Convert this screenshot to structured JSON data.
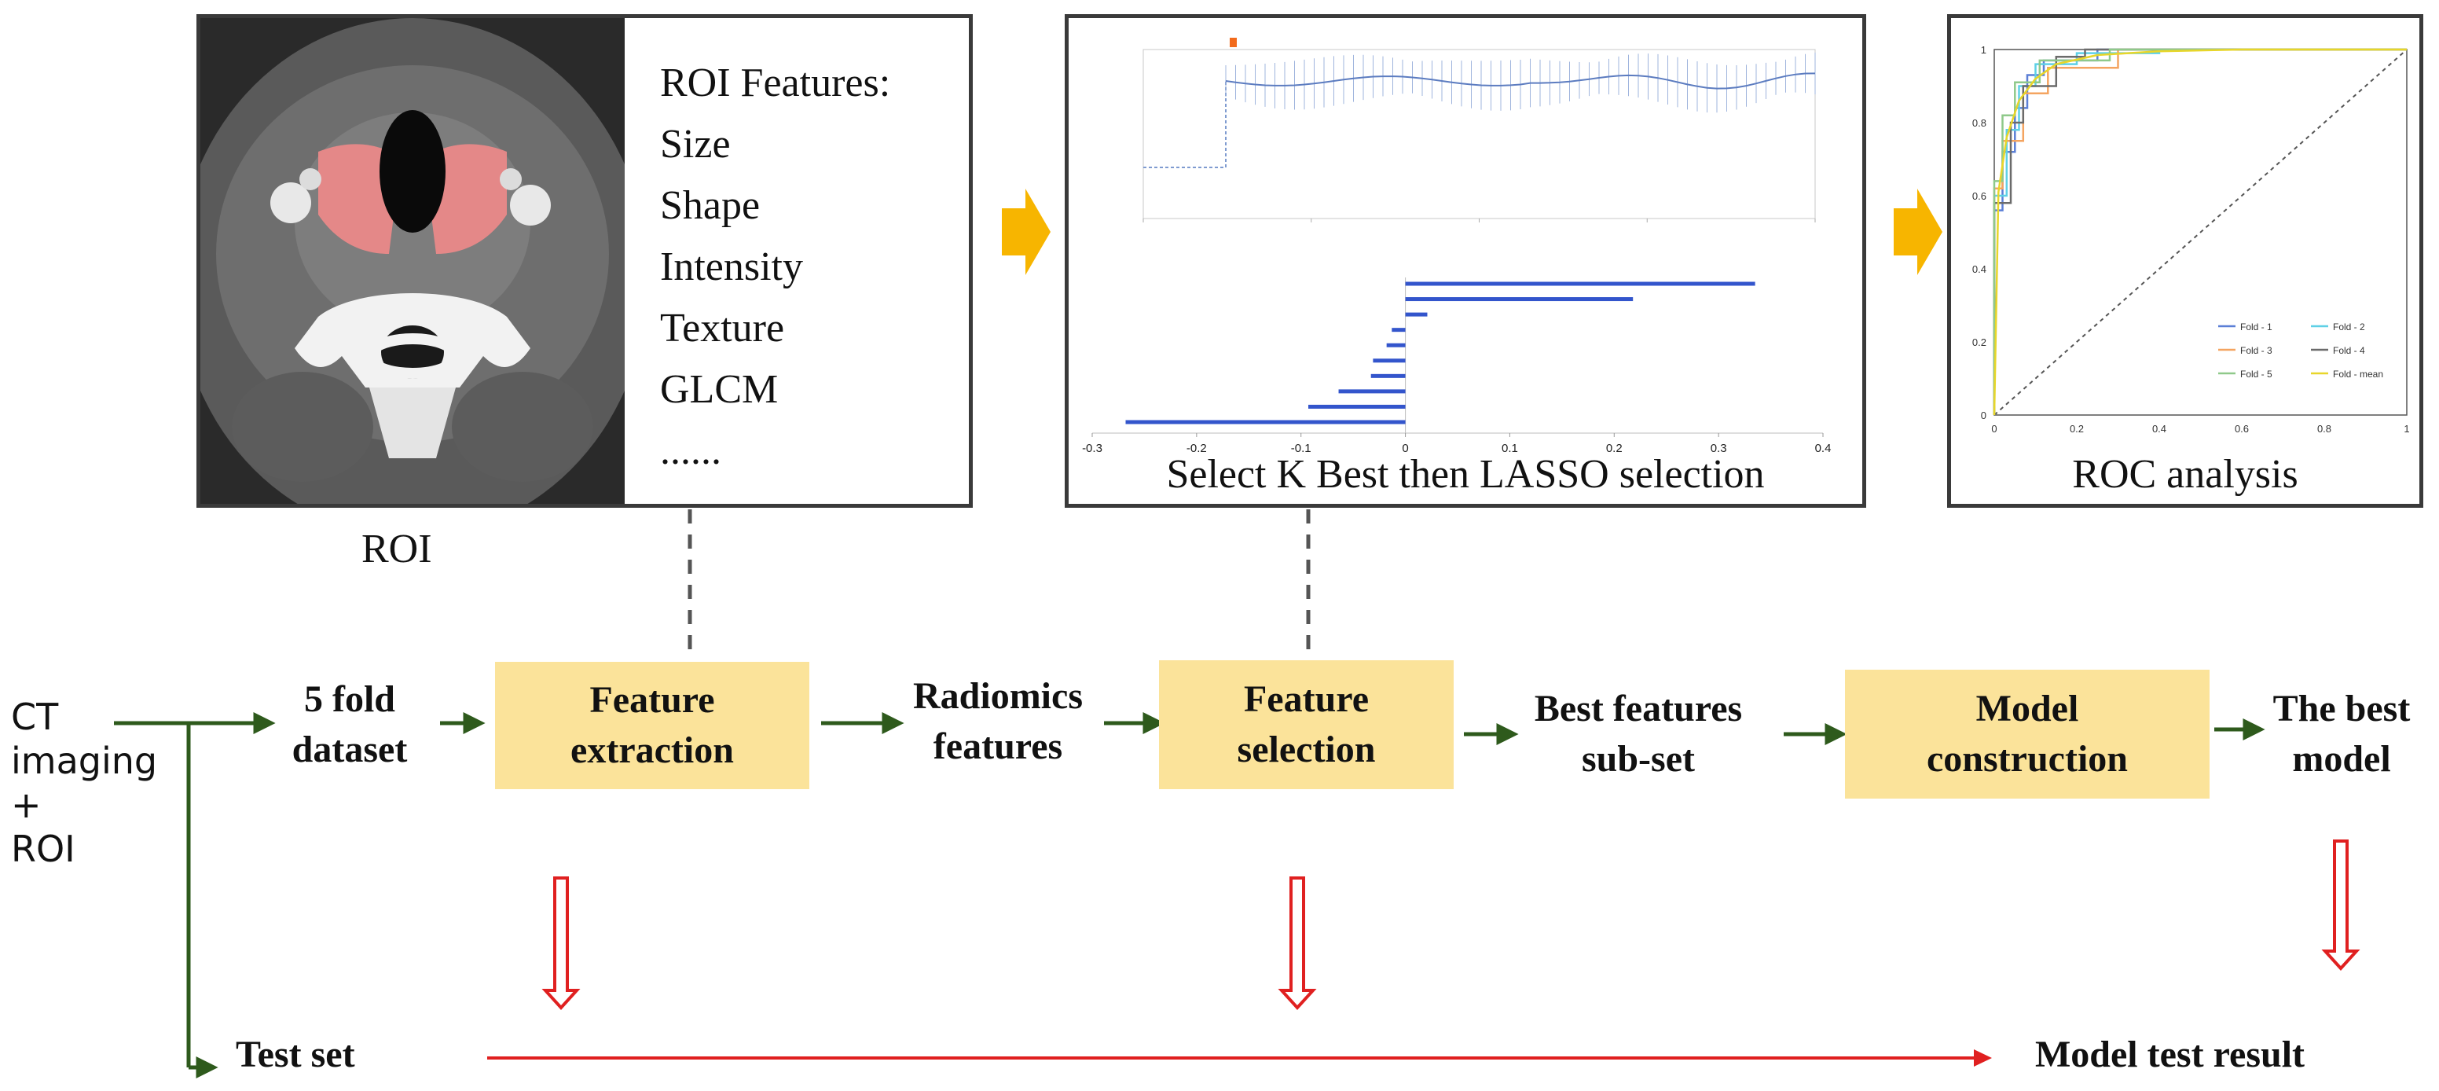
{
  "roi_panel": {
    "features_heading": "ROI Features:",
    "features": [
      "Size",
      "Shape",
      "Intensity",
      "Texture",
      "GLCM",
      "......"
    ],
    "image_caption": "ROI"
  },
  "selection_panel": {
    "caption": "Select K Best then LASSO selection",
    "lasso_axis_ticks": [
      "-0.3",
      "-0.2",
      "-0.1",
      "0",
      "0.1",
      "0.2",
      "0.3",
      "0.4"
    ],
    "lasso_coefficients": [
      0.335,
      0.218,
      0.021,
      -0.013,
      -0.018,
      -0.031,
      -0.033,
      -0.064,
      -0.093,
      -0.268
    ]
  },
  "roc_panel": {
    "caption": "ROC analysis",
    "x_ticks": [
      "0",
      "0.2",
      "0.4",
      "0.6",
      "0.8",
      "1"
    ],
    "y_ticks": [
      "0",
      "0.2",
      "0.4",
      "0.6",
      "0.8",
      "1"
    ],
    "legend": [
      "Fold - 1",
      "Fold - 2",
      "Fold - 3",
      "Fold - 4",
      "Fold - 5",
      "Fold - mean"
    ],
    "colors": [
      "#5b7fd6",
      "#5fd0e6",
      "#f4a460",
      "#6b6b6b",
      "#8fc98a",
      "#e8d62a"
    ]
  },
  "flow": {
    "input": "CT\nimaging\n+\nROI",
    "dataset": "5 fold\ndataset",
    "step1": "Feature\nextraction",
    "radiomics": "Radiomics\nfeatures",
    "step2": "Feature\nselection",
    "best_subset": "Best features\nsub-set",
    "step3": "Model\nconstruction",
    "best_model": "The best\nmodel",
    "test_set": "Test set",
    "test_result": "Model test result"
  },
  "colors": {
    "step_fill": "#fbe39a",
    "flow_arrow": "#2e5a1c",
    "test_arrow": "#e02020",
    "big_arrow": "#f7b500",
    "lasso_bar": "#3355cc"
  }
}
